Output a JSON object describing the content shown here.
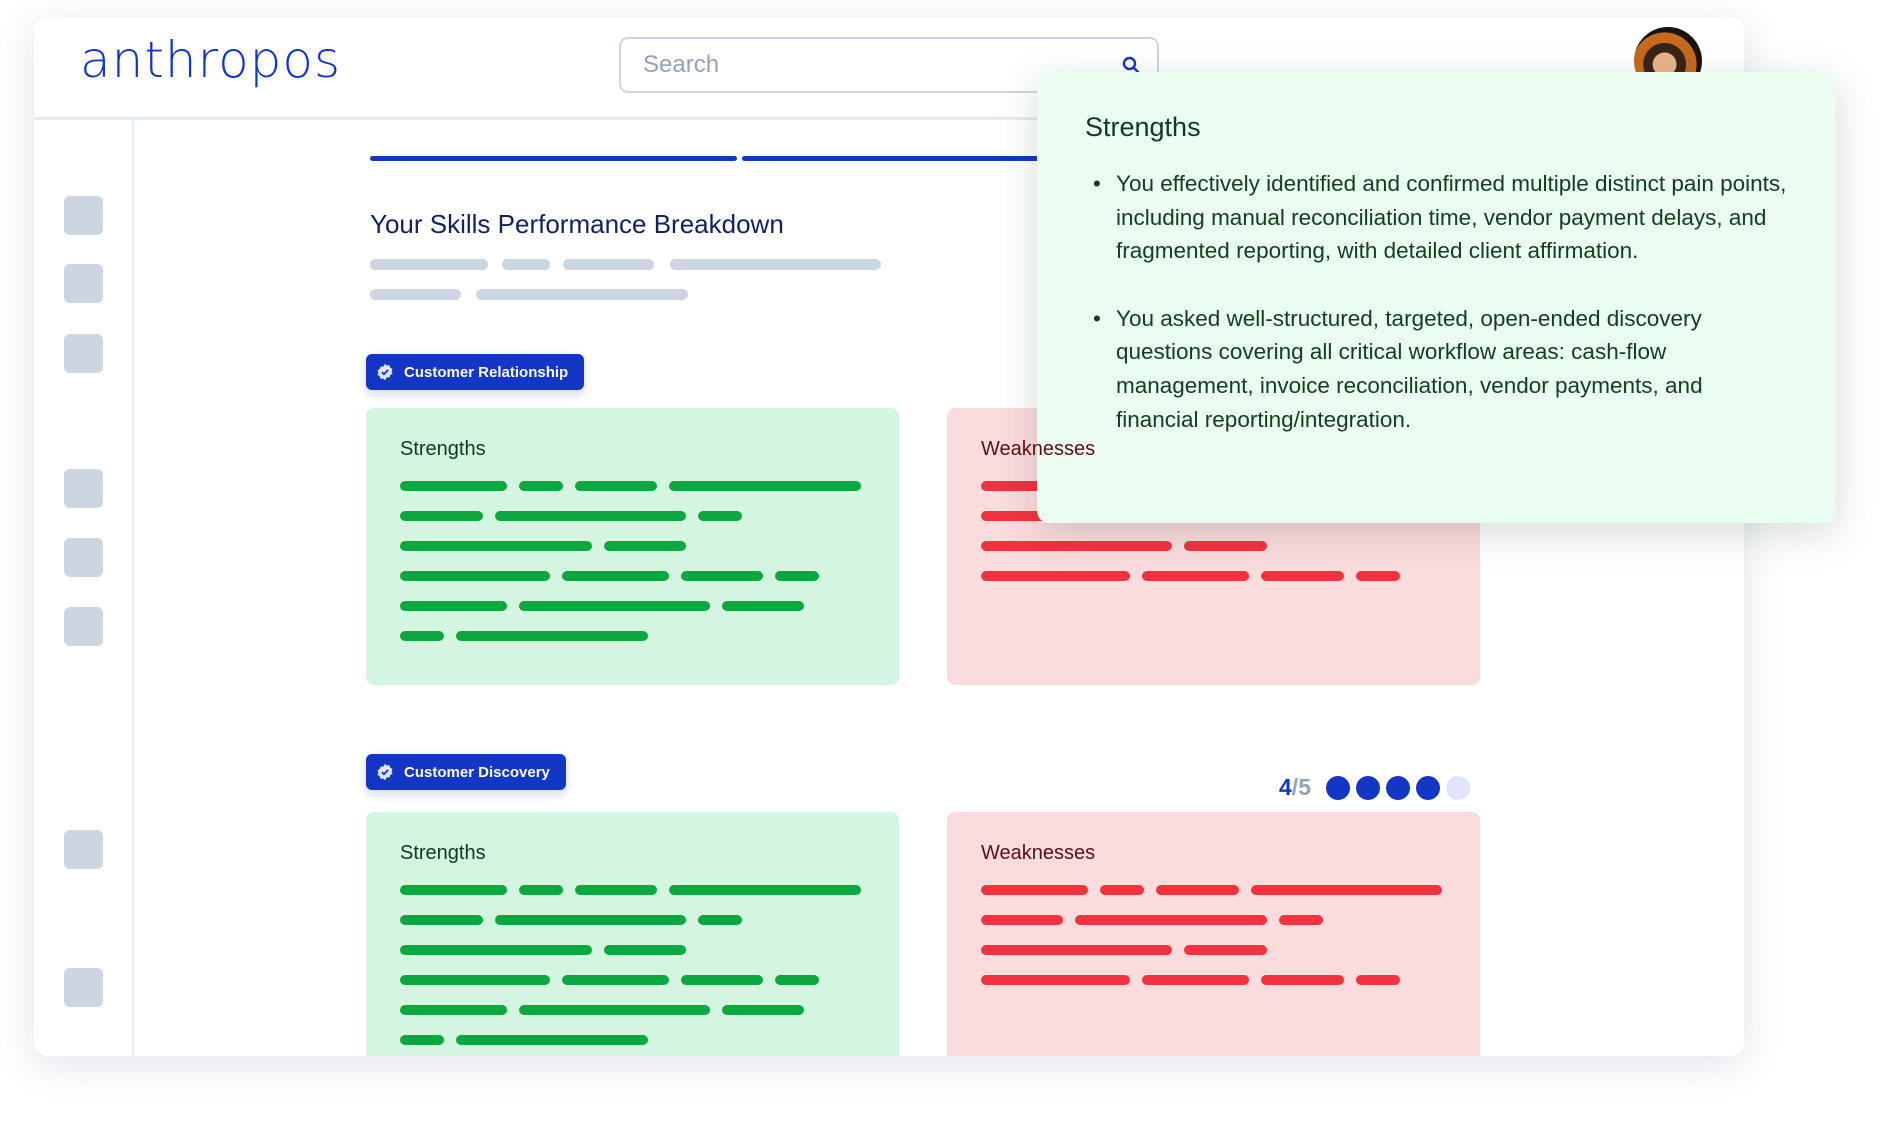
{
  "header": {
    "logo": "anthropos",
    "search_placeholder": "Search"
  },
  "main": {
    "title": "Your Skills Performance Breakdown",
    "progress": [
      1,
      1
    ],
    "sections": [
      {
        "badge": "Customer Relationship",
        "strengths_title": "Strengths",
        "weaknesses_title": "Weaknesses"
      },
      {
        "badge": "Customer Discovery",
        "strengths_title": "Strengths",
        "weaknesses_title": "Weaknesses",
        "score": {
          "value": "4",
          "sep": "/",
          "max": "5",
          "filled": 4,
          "total": 5
        }
      }
    ]
  },
  "popup": {
    "title": "Strengths",
    "items": [
      "You effectively identified and confirmed multiple distinct pain points, including manual reconciliation time, vendor payment delays, and fragmented reporting, with detailed client affirmation.",
      "You asked well-structured, targeted, open-ended discovery questions covering all critical workflow areas: cash-flow management, invoice reconciliation, vendor payments, and financial reporting/integration."
    ]
  },
  "colors": {
    "brand": "#1337c4",
    "strength": "#0aa83f",
    "weakness": "#f2333f",
    "dot_empty": "#dfe5fb"
  }
}
